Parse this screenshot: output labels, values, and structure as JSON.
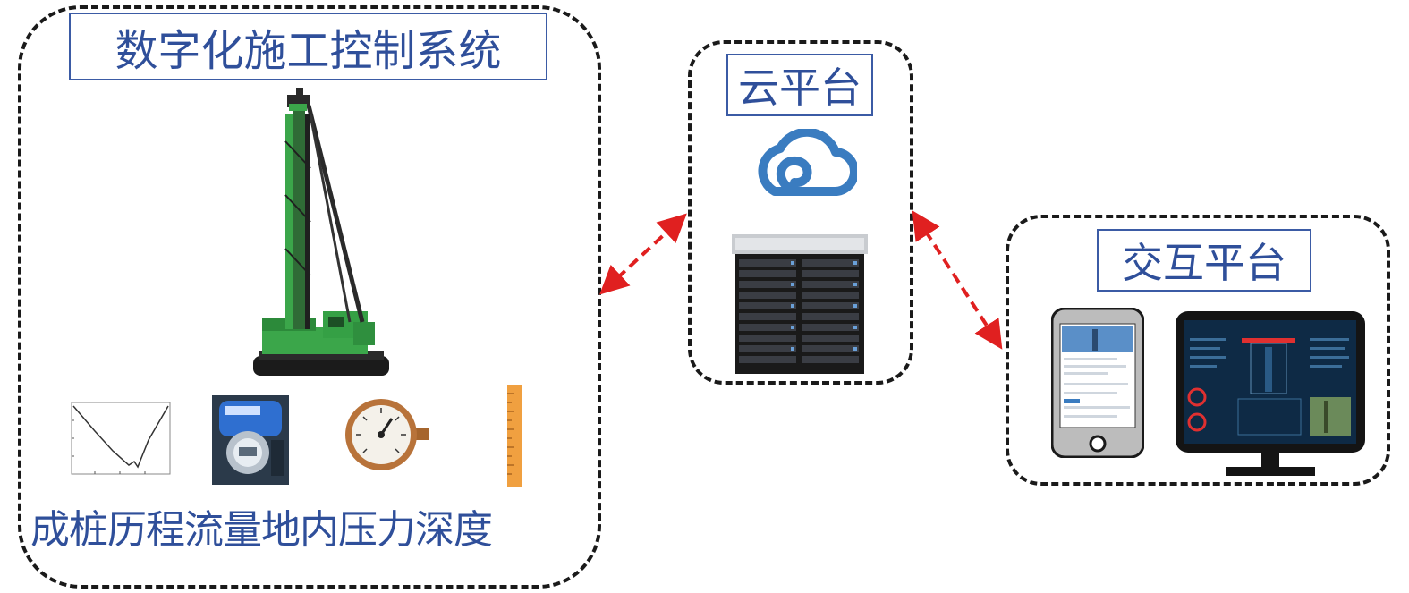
{
  "system": {
    "title": "数字化施工控制系统",
    "caption": "成桩历程流量地内压力深度"
  },
  "cloud": {
    "title": "云平台"
  },
  "interaction": {
    "title": "交互平台"
  },
  "colors": {
    "title_text": "#2f4f9a",
    "title_border": "#3b5ba5",
    "arrow": "#e02020",
    "cloud_icon": "#3a7cc0",
    "rig_green": "#3ba64a",
    "dashed_border": "#1a1a1a"
  },
  "icons": [
    "pile-driver-rig",
    "curve-plot",
    "flow-meter",
    "pressure-gauge",
    "depth-ruler",
    "cloud-icon",
    "server-rack",
    "tablet",
    "desktop-monitor"
  ]
}
